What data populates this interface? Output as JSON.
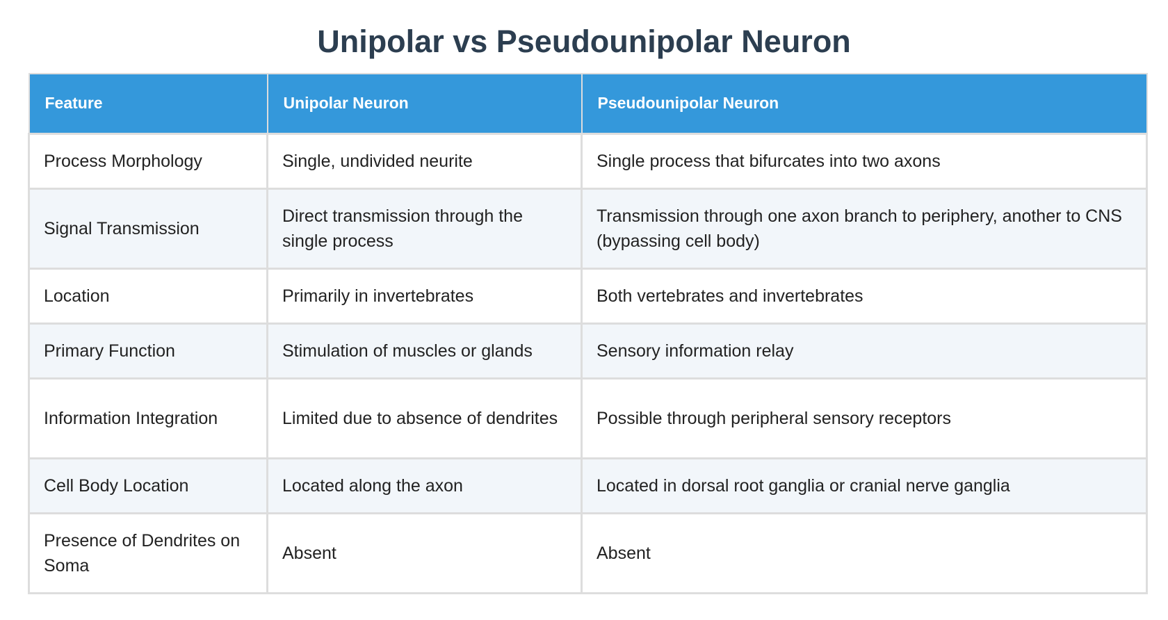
{
  "title": "Unipolar vs Pseudounipolar Neuron",
  "headers": [
    "Feature",
    "Unipolar Neuron",
    "Pseudounipolar Neuron"
  ],
  "rows": [
    [
      "Process Morphology",
      "Single, undivided neurite",
      "Single process that bifurcates into two axons"
    ],
    [
      "Signal Transmission",
      "Direct transmission through the single process",
      "Transmission through one axon branch to periphery, another to CNS (bypassing cell body)"
    ],
    [
      "Location",
      "Primarily in invertebrates",
      "Both vertebrates and invertebrates"
    ],
    [
      "Primary Function",
      "Stimulation of muscles or glands",
      "Sensory information relay"
    ],
    [
      "Information Integration",
      "Limited due to absence of dendrites",
      "Possible through peripheral sensory receptors"
    ],
    [
      "Cell Body Location",
      "Located along the axon",
      "Located in dorsal root ganglia or cranial nerve ganglia"
    ],
    [
      "Presence of Dendrites on Soma",
      "Absent",
      "Absent"
    ]
  ],
  "colors": {
    "title": "#2c3e50",
    "header_bg": "#3498db",
    "header_text": "#ffffff",
    "row_alt_bg": "#f2f6fa",
    "border": "#dddddd"
  }
}
